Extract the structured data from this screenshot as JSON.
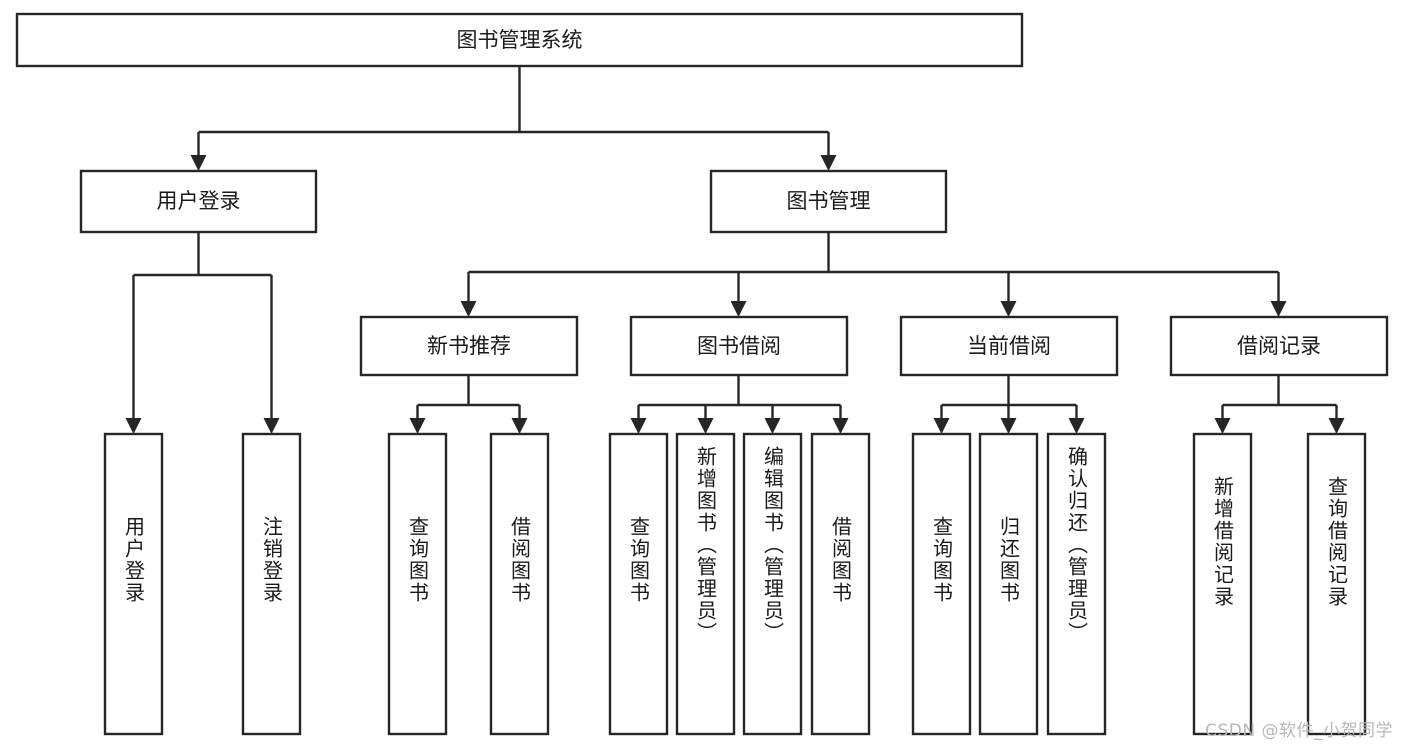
{
  "diagram": {
    "type": "tree",
    "title": "图书管理系统",
    "orientation": "top-down",
    "colors": {
      "box_stroke": "#262626",
      "box_fill": "#ffffff",
      "connector": "#262626",
      "text": "#1a1a1a",
      "watermark": "#b8b8b8",
      "background": "#ffffff"
    }
  },
  "root": {
    "label": "图书管理系统"
  },
  "level2": [
    {
      "label": "用户登录"
    },
    {
      "label": "图书管理"
    }
  ],
  "level3": [
    {
      "label": "新书推荐"
    },
    {
      "label": "图书借阅"
    },
    {
      "label": "当前借阅"
    },
    {
      "label": "借阅记录"
    }
  ],
  "leaves": {
    "user_login": [
      {
        "label": "用户登录"
      },
      {
        "label": "注销登录"
      }
    ],
    "new_book_recommend": [
      {
        "label": "查询图书"
      },
      {
        "label": "借阅图书"
      }
    ],
    "book_borrow": [
      {
        "label": "查询图书"
      },
      {
        "label": "新增图书（管理员）"
      },
      {
        "label": "编辑图书（管理员）"
      },
      {
        "label": "借阅图书"
      }
    ],
    "current_borrow": [
      {
        "label": "查询图书"
      },
      {
        "label": "归还图书"
      },
      {
        "label": "确认归还（管理员）"
      }
    ],
    "borrow_record": [
      {
        "label": "新增借阅记录"
      },
      {
        "label": "查询借阅记录"
      }
    ]
  },
  "watermark": {
    "text": "CSDN @软件_小贺同学"
  }
}
